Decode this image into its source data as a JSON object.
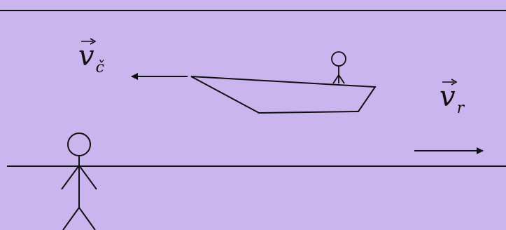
{
  "labels": {
    "boat_velocity": {
      "symbol": "v",
      "subscript": "č"
    },
    "river_velocity": {
      "symbol": "v",
      "subscript": "r"
    }
  },
  "colors": {
    "background": "#cbb5ef",
    "ink": "#111111"
  }
}
